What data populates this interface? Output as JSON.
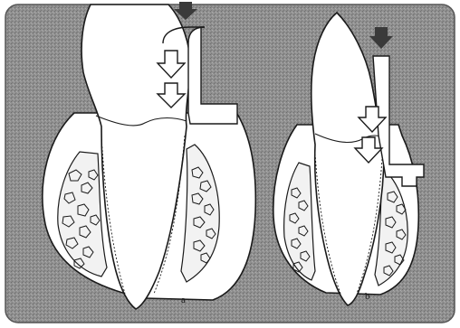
{
  "figure": {
    "panels": [
      {
        "id": "left",
        "label": "a"
      },
      {
        "id": "right",
        "label": "b"
      }
    ],
    "colors": {
      "background": "#8c8c8c",
      "tooth": "#ffffff",
      "outline": "#1a1a1a",
      "bone": "#f2f2f2",
      "arrow_marker": "#3a3a3a"
    }
  }
}
